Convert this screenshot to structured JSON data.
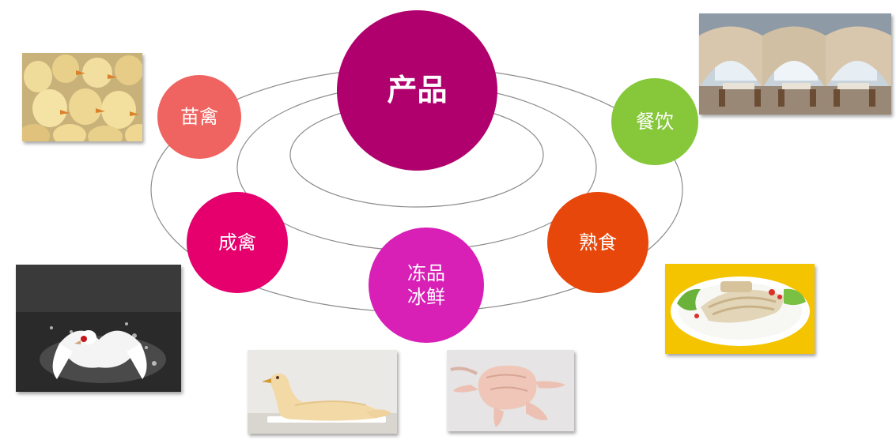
{
  "center": {
    "label": "产品",
    "color": "#b0006e"
  },
  "nodes": [
    {
      "id": "seedling",
      "label": "苗禽",
      "color": "#ef6461"
    },
    {
      "id": "catering",
      "label": "餐饮",
      "color": "#86c83a"
    },
    {
      "id": "adult",
      "label": "成禽",
      "color": "#e5006e"
    },
    {
      "id": "frozen",
      "label": "冻品\n冰鲜",
      "color": "#d81fb6"
    },
    {
      "id": "cooked",
      "label": "熟食",
      "color": "#e8470b"
    }
  ],
  "photos": [
    {
      "id": "ducklings",
      "icon": "ducklings-photo"
    },
    {
      "id": "restaurant",
      "icon": "restaurant-interior-photo"
    },
    {
      "id": "splashing-duck",
      "icon": "white-duck-splashing-photo"
    },
    {
      "id": "whole-duck",
      "icon": "plucked-whole-duck-photo"
    },
    {
      "id": "frozen-duck",
      "icon": "frozen-duck-carcass-photo"
    },
    {
      "id": "cooked-platter",
      "icon": "sliced-cooked-duck-platter-photo"
    }
  ]
}
